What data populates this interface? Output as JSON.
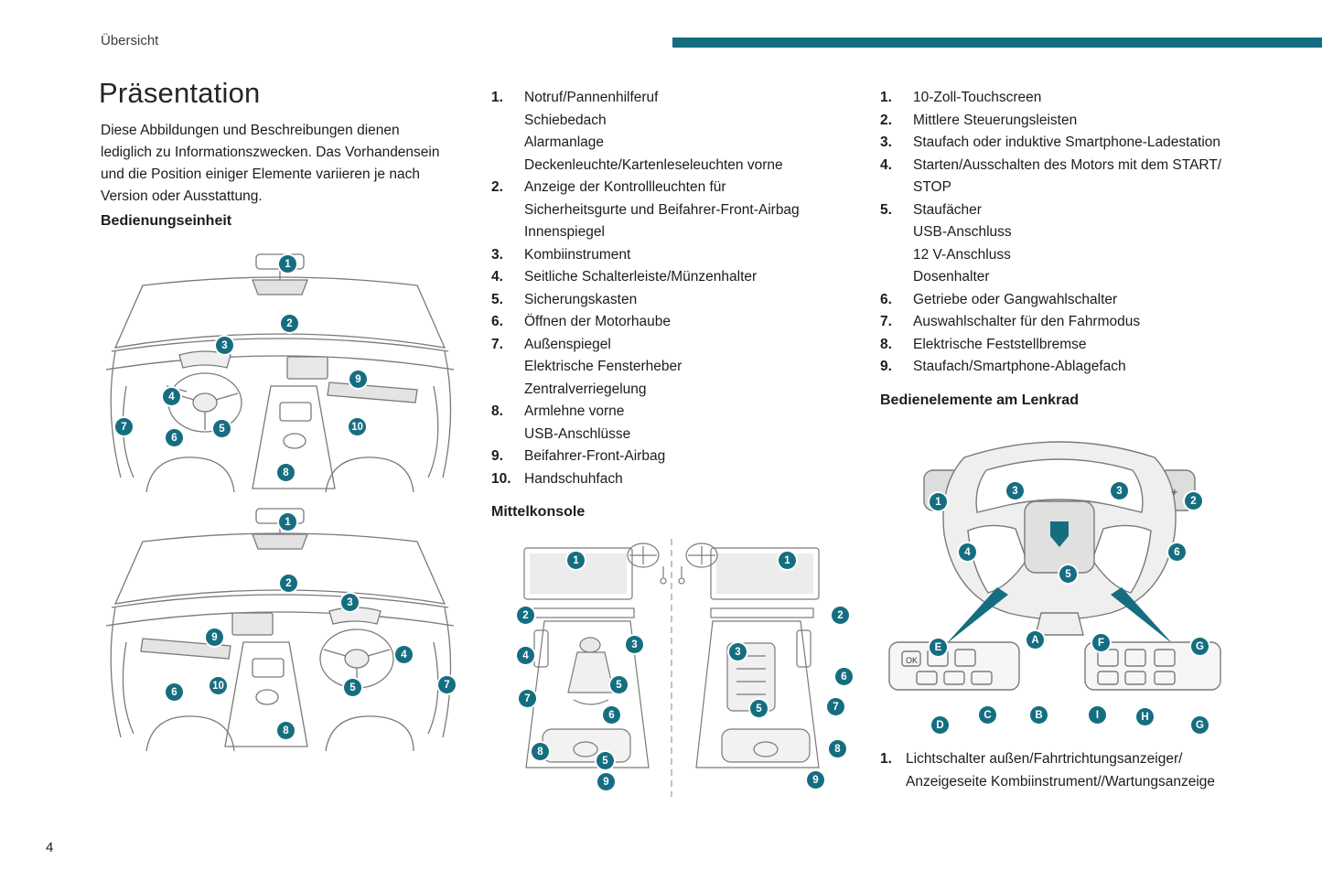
{
  "header": {
    "label": "Übersicht"
  },
  "page_number": "4",
  "title": "Präsentation",
  "intro": "Diese Abbildungen und Beschreibungen dienen lediglich zu Informationszwecken. Das Vorhandensein und die Position einiger Elemente variieren je nach Version oder Ausstattung.",
  "sections": {
    "bedienungseinheit": "Bedienungseinheit",
    "mittelkonsole": "Mittelkonsole",
    "lenkrad": "Bedienelemente am Lenkrad"
  },
  "dashboard_list": [
    {
      "num": "1.",
      "text": "Notruf/Pannenhilferuf\nSchiebedach\nAlarmanlage\nDeckenleuchte/Kartenleseleuchten vorne"
    },
    {
      "num": "2.",
      "text": "Anzeige der Kontrollleuchten für\nSicherheitsgurte und Beifahrer-Front-Airbag\nInnenspiegel"
    },
    {
      "num": "3.",
      "text": "Kombiinstrument"
    },
    {
      "num": "4.",
      "text": "Seitliche Schalterleiste/Münzenhalter"
    },
    {
      "num": "5.",
      "text": "Sicherungskasten"
    },
    {
      "num": "6.",
      "text": "Öffnen der Motorhaube"
    },
    {
      "num": "7.",
      "text": "Außenspiegel\nElektrische Fensterheber\nZentralverriegelung"
    },
    {
      "num": "8.",
      "text": "Armlehne vorne\nUSB-Anschlüsse"
    },
    {
      "num": "9.",
      "text": "Beifahrer-Front-Airbag"
    },
    {
      "num": "10.",
      "text": "Handschuhfach"
    }
  ],
  "console_list": [
    {
      "num": "1.",
      "text": "10-Zoll-Touchscreen"
    },
    {
      "num": "2.",
      "text": "Mittlere Steuerungsleisten"
    },
    {
      "num": "3.",
      "text": "Staufach oder induktive Smartphone-Ladestation"
    },
    {
      "num": "4.",
      "text": "Starten/Ausschalten des Motors mit dem START/\nSTOP"
    },
    {
      "num": "5.",
      "text": "Staufächer\nUSB-Anschluss\n12 V-Anschluss\nDosenhalter"
    },
    {
      "num": "6.",
      "text": "Getriebe oder Gangwahlschalter"
    },
    {
      "num": "7.",
      "text": "Auswahlschalter für den Fahrmodus"
    },
    {
      "num": "8.",
      "text": "Elektrische Feststellbremse"
    },
    {
      "num": "9.",
      "text": "Staufach/Smartphone-Ablagefach"
    }
  ],
  "wheel_note": {
    "num": "1.",
    "text": "Lichtschalter außen/Fahrtrichtungsanzeiger/\nAnzeigeseite Kombiinstrument//Wartungsanzeige"
  },
  "wheel_labels": {
    "ok": "OK",
    "plus": "+",
    "minus": "-"
  },
  "colors": {
    "accent": "#156e80"
  },
  "badges": {
    "dash1": [
      "1",
      "2",
      "3",
      "4",
      "5",
      "6",
      "7",
      "8",
      "9",
      "10"
    ],
    "dash2": [
      "1",
      "2",
      "3",
      "9",
      "4",
      "5",
      "6",
      "10",
      "7",
      "8"
    ],
    "console_left": [
      "1",
      "2",
      "4",
      "7",
      "3",
      "5",
      "6",
      "8",
      "5",
      "9"
    ],
    "console_right": [
      "1",
      "2",
      "3",
      "6",
      "5",
      "7",
      "8",
      "9"
    ],
    "wheel": [
      "1",
      "3",
      "3",
      "2",
      "4",
      "6",
      "5"
    ],
    "stalk_left": [
      "E",
      "A",
      "D",
      "C",
      "B"
    ],
    "stalk_right": [
      "F",
      "G",
      "I",
      "H",
      "G"
    ]
  }
}
